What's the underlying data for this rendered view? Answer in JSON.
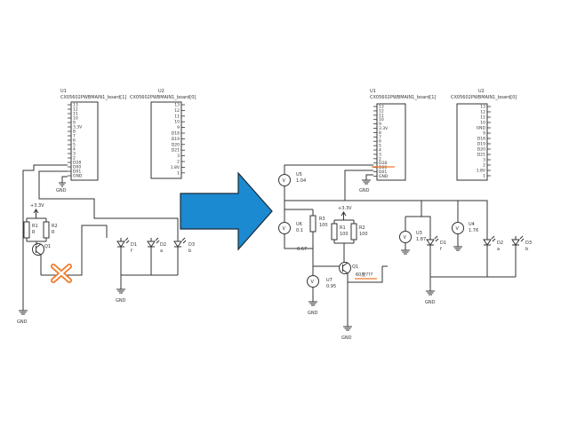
{
  "colors": {
    "arrow": "#1c8ad0",
    "arrow_stroke": "#1b2a3a",
    "cross": "#f07b2a",
    "highlight": "#f07b2a"
  },
  "left": {
    "u1": {
      "ref": "U1",
      "part": "CX05602PWBMAIN1_board[1]"
    },
    "u2": {
      "ref": "U2",
      "part": "CX05602PWBMAIN1_board[0]"
    },
    "u1_pins": [
      "13",
      "12",
      "11",
      "10",
      "9",
      "3.3V",
      "8",
      "7",
      "6",
      "5",
      "4",
      "3",
      "2",
      "D28",
      "D00",
      "D01",
      "GND"
    ],
    "u2_pins": [
      "13",
      "12",
      "11",
      "10",
      "9",
      "D18",
      "D19",
      "D20",
      "D21",
      "3",
      "2",
      "1.8V",
      "1"
    ],
    "gnd": "GND",
    "vcc": "+3.3V",
    "r1": {
      "ref": "R1",
      "val": "R"
    },
    "r2": {
      "ref": "R2",
      "val": "R"
    },
    "q1": "Q1",
    "d1": {
      "ref": "D1",
      "val": "f"
    },
    "d2": {
      "ref": "D2",
      "val": "a"
    },
    "d3": {
      "ref": "D3",
      "val": "b"
    }
  },
  "right": {
    "u1": {
      "ref": "U1",
      "part": "CX05602PWBMAIN1_board[1]"
    },
    "u2": {
      "ref": "U2",
      "part": "CX05602PWBMAIN1_board[0]"
    },
    "u1_pins": [
      "13",
      "12",
      "11",
      "10",
      "9",
      "3.3V",
      "8",
      "7",
      "6",
      "5",
      "4",
      "3",
      "2",
      "D28",
      "D00",
      "D01",
      "GND"
    ],
    "u2_pins": [
      "13",
      "12",
      "11",
      "10",
      "GND",
      "9",
      "D18",
      "D19",
      "D20",
      "D21",
      "3",
      "2",
      "1.8V",
      "1"
    ],
    "gnd": "GND",
    "vcc": "+3.3V",
    "u5": {
      "ref": "U5",
      "val": "1.04"
    },
    "u6": {
      "ref": "U6",
      "val": "0.1"
    },
    "u7": {
      "ref": "U7",
      "val": "0.95"
    },
    "u3": {
      "ref": "U3",
      "val": "1.87"
    },
    "u4": {
      "ref": "U4",
      "val": "1.76"
    },
    "u6_extra": "0.67",
    "r3": {
      "ref": "R3",
      "val": "100"
    },
    "r1": {
      "ref": "R1",
      "val": "100"
    },
    "r2": {
      "ref": "R2",
      "val": "100"
    },
    "q1": "Q1",
    "note": "60度???",
    "d1": {
      "ref": "D1",
      "val": "f"
    },
    "d2": {
      "ref": "D2",
      "val": "a"
    },
    "d3": {
      "ref": "D3",
      "val": "b"
    }
  }
}
